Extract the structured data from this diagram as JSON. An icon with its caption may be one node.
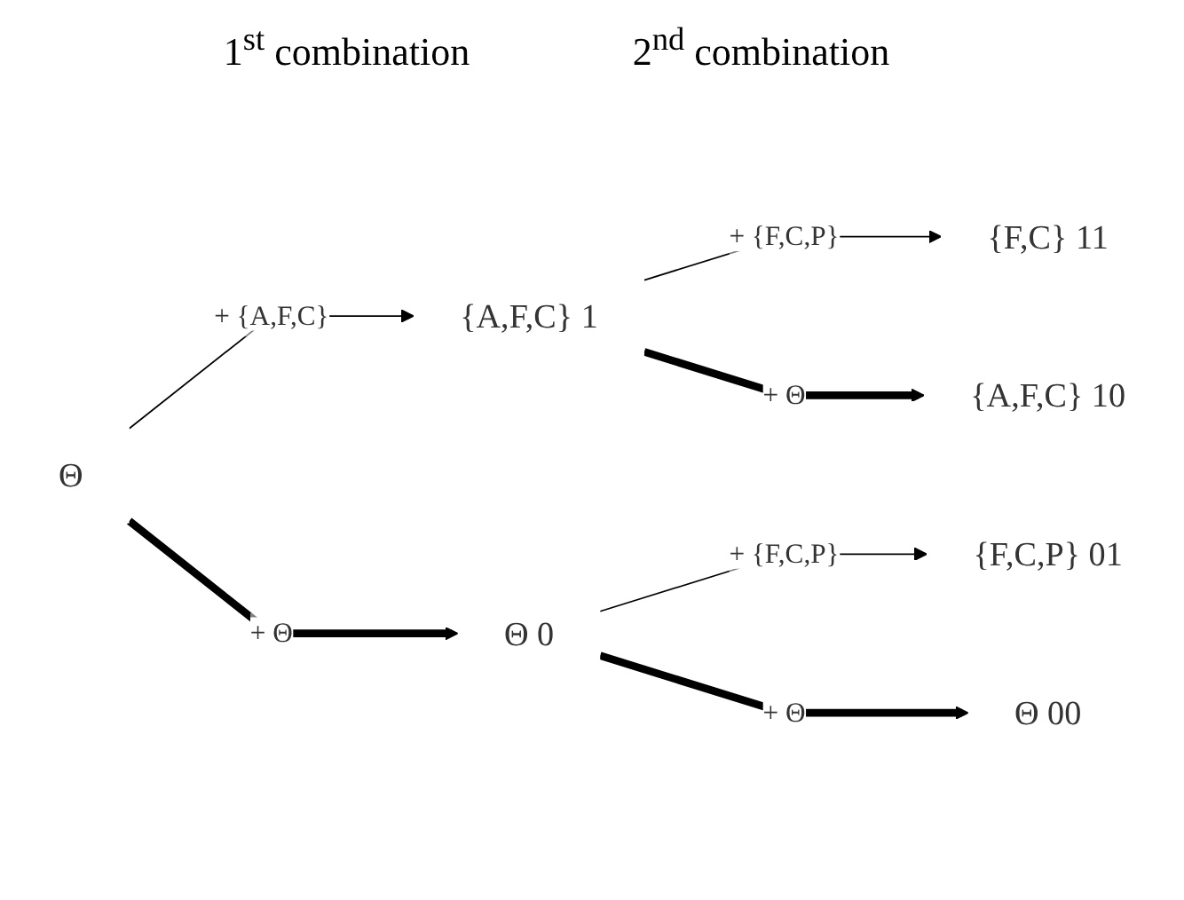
{
  "diagram": {
    "nodes": [
      {
        "text": [
          "Θ"
        ]
      },
      {
        "text": [
          "{A,F,C} 1"
        ]
      },
      {
        "text": [
          "Θ 0"
        ]
      },
      {
        "text": [
          "{F,C} 11"
        ]
      },
      {
        "text": [
          "{A,F,C} 10"
        ]
      },
      {
        "text": [
          "{F,C,P} 01"
        ]
      },
      {
        "text": [
          "Θ 00"
        ]
      }
    ],
    "edges": [
      {
        "from": 0,
        "to": 1,
        "arrow": "to",
        "label": "+ {A,F,C}"
      },
      {
        "from": 0,
        "to": 2,
        "arrow": "to",
        "label": "+ Θ",
        "style": "thick"
      },
      {
        "from": 1,
        "to": 3,
        "arrow": "to",
        "label": "+ {F,C,P}"
      },
      {
        "from": 1,
        "to": 4,
        "arrow": "to",
        "label": "+ Θ",
        "style": "thick"
      },
      {
        "from": 2,
        "to": 5,
        "arrow": "to",
        "label": "+ {F,C,P}"
      },
      {
        "from": 2,
        "to": 6,
        "arrow": "to",
        "label": "+ Θ",
        "style": "thick"
      }
    ],
    "labels": [
      "1$^{st}$ combination",
      "2$^{nd}$ combination"
    ]
  }
}
